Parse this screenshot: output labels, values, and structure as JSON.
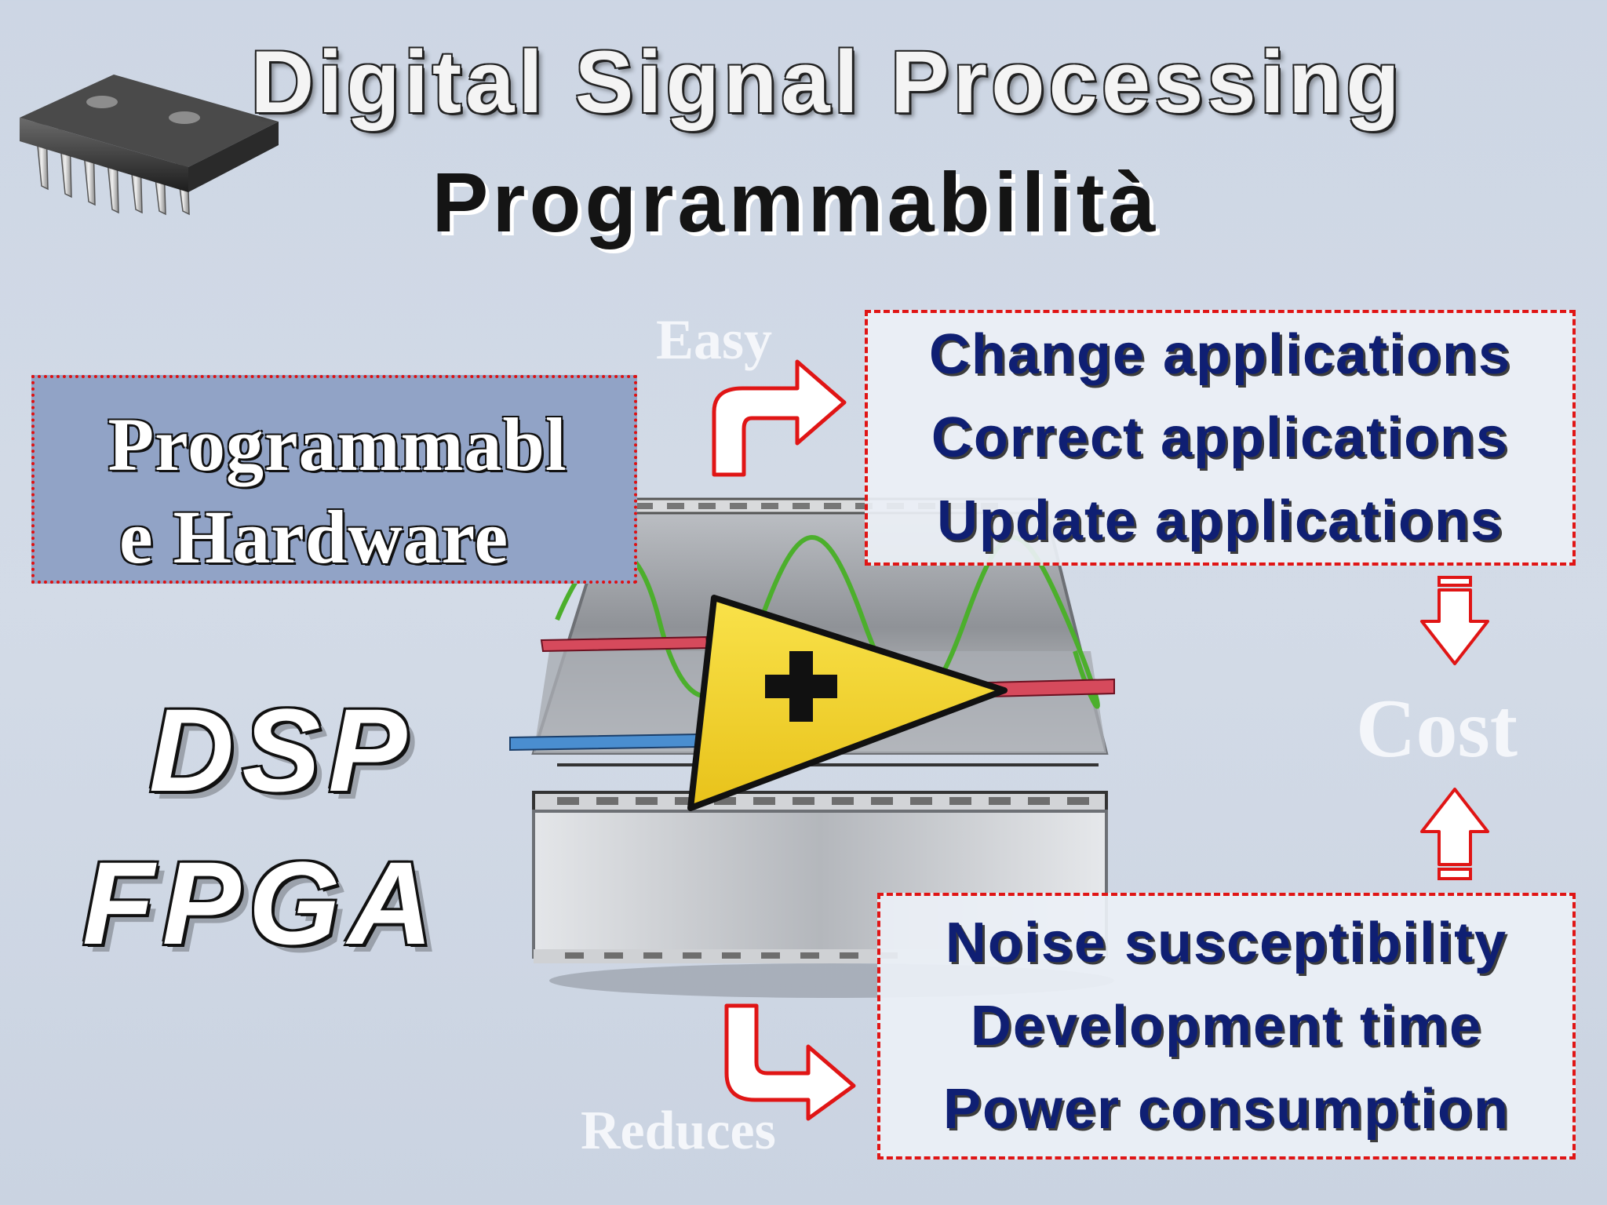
{
  "title": {
    "line1": "Digital Signal Processing",
    "line2": "Programmabilità"
  },
  "programmable_box": {
    "line1": "Programmabl",
    "line2": "e Hardware"
  },
  "devices": {
    "dsp": "DSP",
    "fpga": "FPGA"
  },
  "labels": {
    "easy": "Easy",
    "reduces": "Reduces",
    "cost": "Cost"
  },
  "easy_items": [
    "Change applications",
    "Correct applications",
    "Update applications"
  ],
  "reduce_items": [
    "Noise susceptibility",
    "Development time",
    "Power consumption"
  ],
  "colors": {
    "box_border": "#e01515",
    "item_text": "#0f1f73",
    "programmable_fill": "#91a3c6",
    "wave": "#4caf2c",
    "triangle": "#f3d21d"
  },
  "icons": [
    "chip-icon",
    "fpga-chip-illustration",
    "adder-triangle-icon"
  ]
}
